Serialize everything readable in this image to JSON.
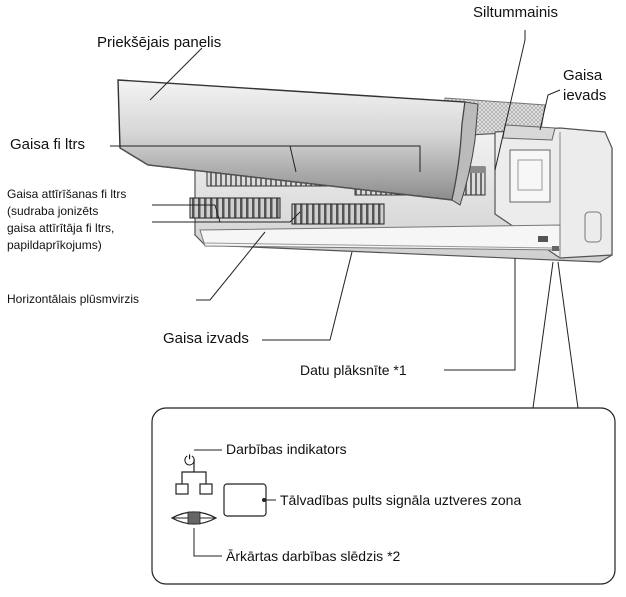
{
  "diagram": {
    "labels": {
      "front_panel": "Priekšējais panelis",
      "heat_exchanger": "Siltummainis",
      "air_inlet_line1": "Gaisa",
      "air_inlet_line2": "ievads",
      "air_filter": "Gaisa fi ltrs",
      "purifying_filter_lines": [
        "Gaisa attīrīšanas fi ltrs",
        "(sudraba jonizēts",
        "gaisa attīrītāja fi ltrs,",
        "papildaprīkojums)"
      ],
      "horizontal_louver": "Horizontālais plūsmvirzis",
      "air_outlet": "Gaisa izvads",
      "data_plate": "Datu plāksnīte *1"
    },
    "inset": {
      "operation_indicator": "Darbības indikators",
      "remote_receiver": "Tālvadības pults signāla uztveres zona",
      "emergency_switch": "Ārkārtas darbības slēdzis *2",
      "power_symbol": "⏻"
    }
  }
}
